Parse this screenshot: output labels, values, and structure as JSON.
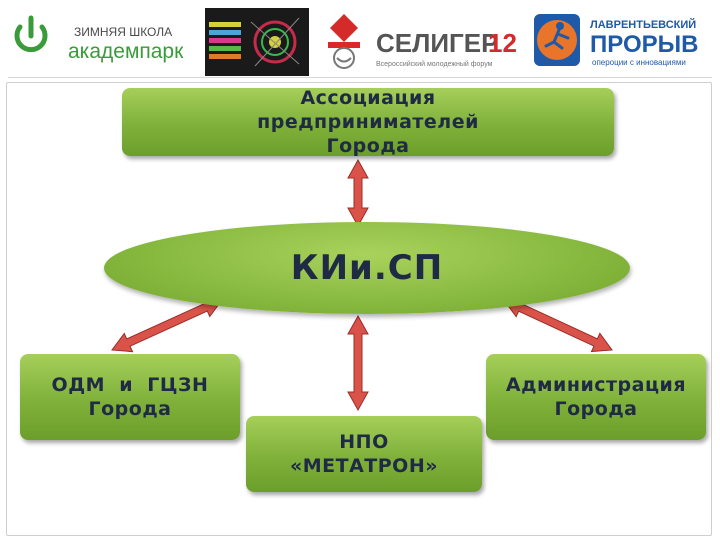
{
  "logos": {
    "akadempark_line1": "ЗИМНЯЯ ШКОЛА",
    "akadempark_line2": "академпарк",
    "seliger_name": "СЕЛИГЕР",
    "seliger_year": "12",
    "seliger_sub": "Всероссийский молодежный форум",
    "lavr_line1": "ЛАВРЕНТЬЕВСКИЙ",
    "lavr_line2": "ПРОРЫВ",
    "lavr_line3": "опероции с инновациями"
  },
  "diagram": {
    "center": "КИи.СП",
    "top": "Ассоциация предпринимателей Города",
    "left": "ОДМ  и  ГЦЗН Города",
    "right": "Администрация Города",
    "bottom": "НПО «МЕТАТРОН»"
  },
  "colors": {
    "node_green": "#8cbf45",
    "text": "#1f2a44",
    "arrow_fill": "#d9534a",
    "arrow_stroke": "#9a2c26"
  }
}
